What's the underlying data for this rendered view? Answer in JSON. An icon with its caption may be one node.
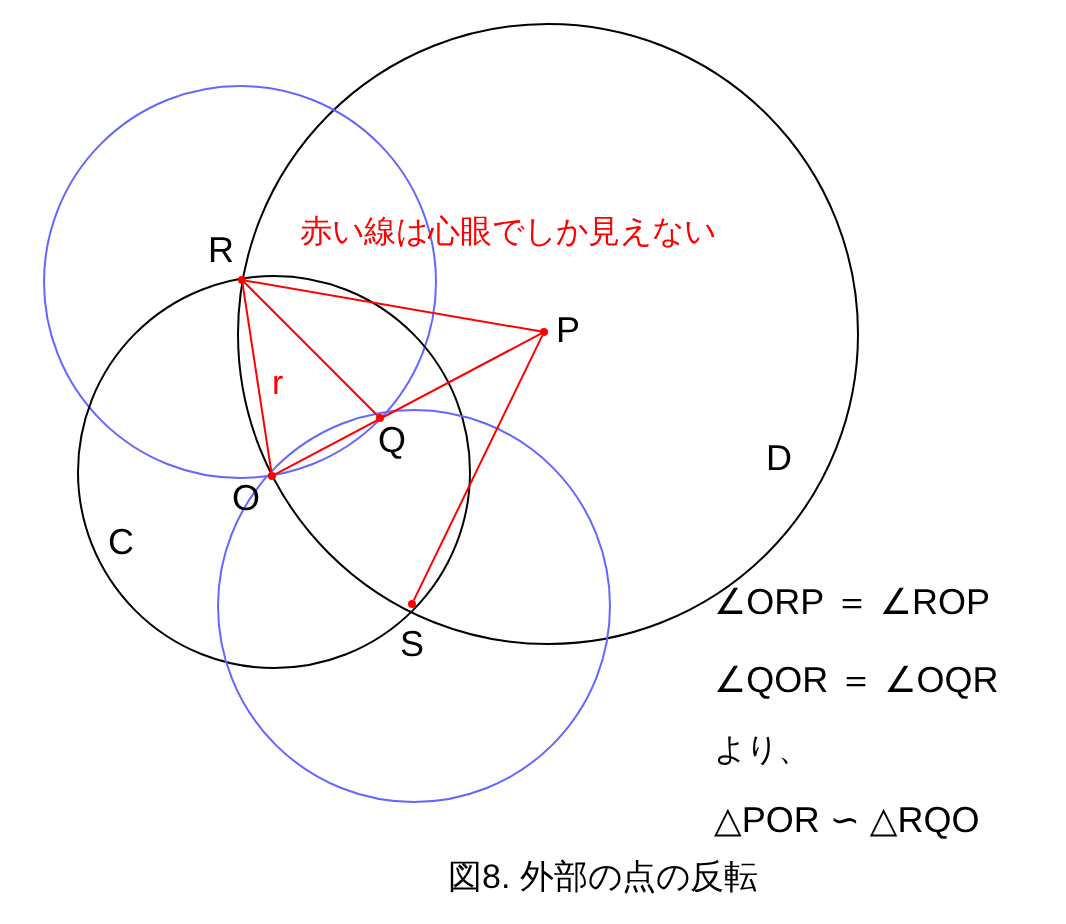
{
  "diagram": {
    "caption": "図8. 外部の点の反転",
    "nodes": [
      {
        "text": [],
        "shape": "point",
        "beside": [
          "R"
        ]
      },
      {
        "text": [],
        "shape": "point",
        "beside": [
          "P"
        ]
      },
      {
        "text": [],
        "shape": "point",
        "beside": [
          "Q"
        ]
      },
      {
        "text": [],
        "shape": "point",
        "beside": [
          "O"
        ]
      },
      {
        "text": [],
        "shape": "point",
        "beside": [
          "S"
        ]
      }
    ],
    "edges": [
      {
        "from": 0,
        "to": 1,
        "arrow": "none"
      },
      {
        "from": 0,
        "to": 2,
        "arrow": "none"
      },
      {
        "from": 0,
        "to": 3,
        "arrow": "none",
        "label": "r"
      },
      {
        "from": 3,
        "to": 1,
        "arrow": "none"
      },
      {
        "from": 1,
        "to": 4,
        "arrow": "none"
      }
    ],
    "labels": [
      "赤い線は心眼でしか見えない",
      "D",
      "C",
      "∠ORP ＝ ∠ROP",
      "∠QOR ＝ ∠OQR",
      "より、",
      "△POR ∽ △RQO"
    ]
  }
}
